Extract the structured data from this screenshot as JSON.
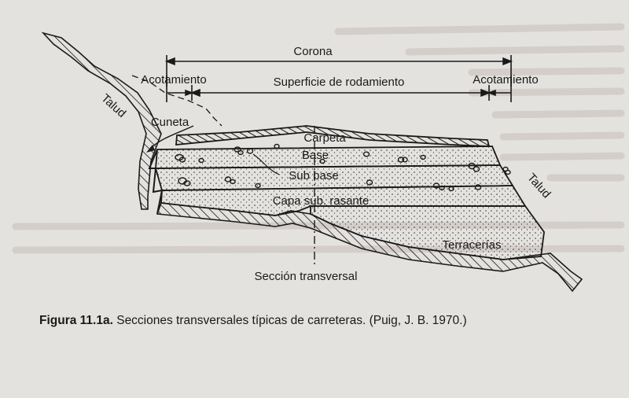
{
  "diagram": {
    "labels": {
      "corona": "Corona",
      "acotamiento_left": "Acotamiento",
      "superficie": "Superficie de rodamiento",
      "acotamiento_right": "Acotamiento",
      "talud_left": "Talud",
      "cuneta": "Cuneta",
      "carpeta": "Carpeta",
      "base": "Base",
      "sub_base": "Sub base",
      "capa_sub_rasante": "Capa sub. rasante",
      "talud_right": "Talud",
      "terracerias": "Terracerías",
      "seccion_transversal": "Sección transversal"
    },
    "caption": {
      "figure_label": "Figura 11.1a.",
      "text": " Secciones transversales típicas de carreteras. (Puig, J. B. 1970.)"
    }
  },
  "colors": {
    "background": "#e4e2df",
    "ink": "#1a1a1a",
    "ghost_text": "#cfcac6"
  }
}
